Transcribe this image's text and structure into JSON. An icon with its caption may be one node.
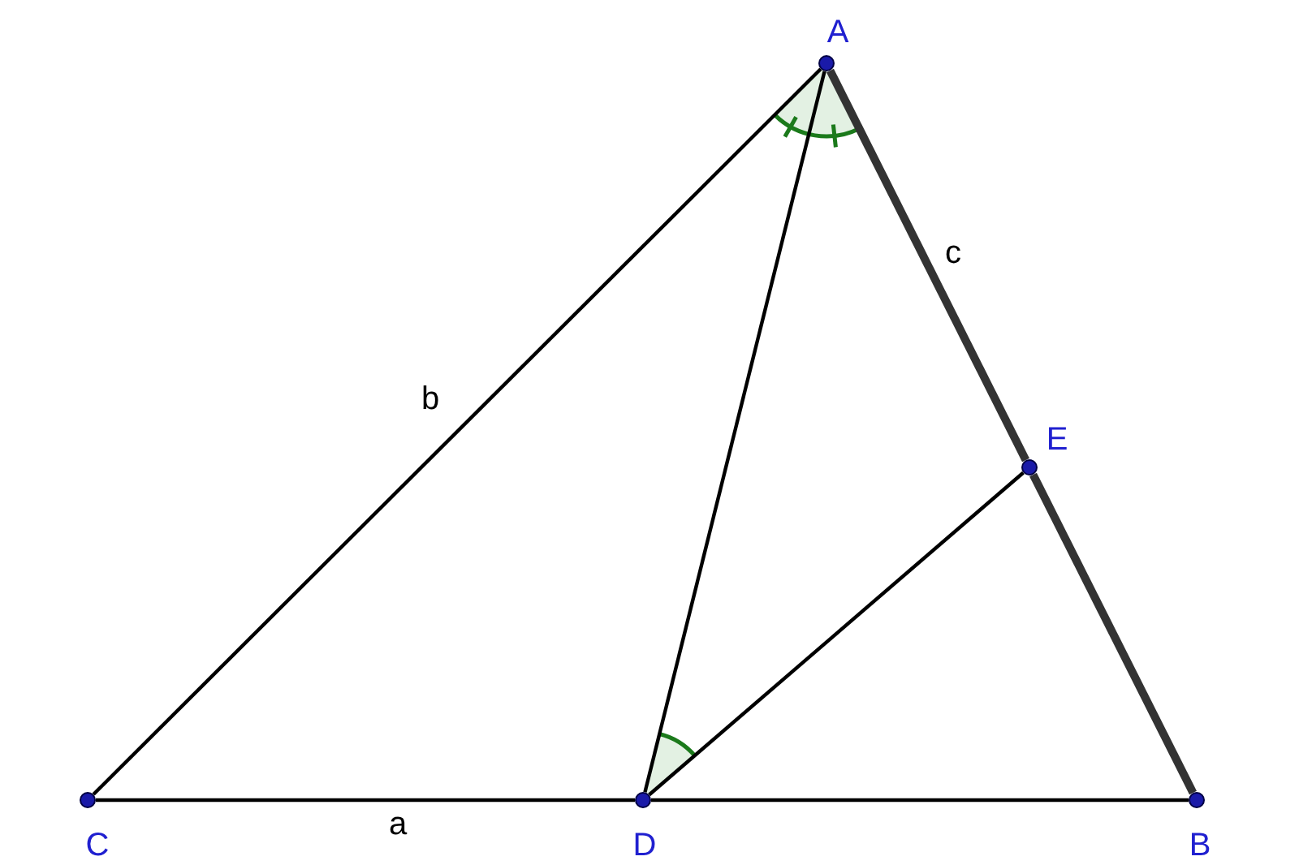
{
  "diagram": {
    "nodes": [
      {
        "text": [],
        "shape": "circle",
        "beside": [
          "A"
        ]
      },
      {
        "text": [],
        "shape": "circle",
        "beside": [
          "C"
        ]
      },
      {
        "text": [],
        "shape": "circle",
        "beside": [
          "D"
        ]
      },
      {
        "text": [],
        "shape": "circle",
        "beside": [
          "B"
        ]
      },
      {
        "text": [],
        "shape": "circle",
        "beside": [
          "E"
        ]
      }
    ],
    "edges": [
      {
        "from": 0,
        "to": 1,
        "arrow": "none",
        "label": "b"
      },
      {
        "from": 0,
        "to": 4,
        "arrow": "none",
        "label": "c",
        "style": "thick"
      },
      {
        "from": 4,
        "to": 3,
        "arrow": "none",
        "style": "thick"
      },
      {
        "from": 1,
        "to": 2,
        "arrow": "none",
        "label": "a"
      },
      {
        "from": 2,
        "to": 3,
        "arrow": "none"
      },
      {
        "from": 0,
        "to": 2,
        "arrow": "none"
      },
      {
        "from": 2,
        "to": 4,
        "arrow": "none"
      }
    ]
  }
}
